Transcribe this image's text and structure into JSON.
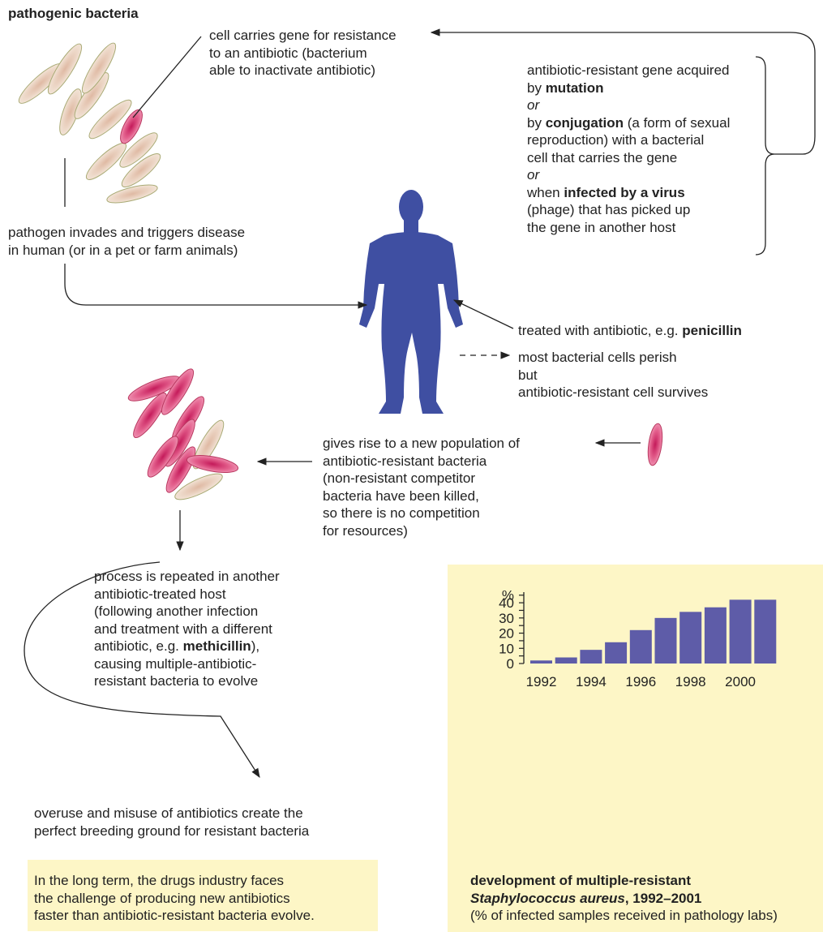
{
  "title": "pathogenic bacteria",
  "colors": {
    "figure": "#3f4fa2",
    "bar": "#5e5ca8",
    "resistant_cell": "#e35f8c",
    "normal_cell": "#eedbc7",
    "panel_bg": "#fdf6c6"
  },
  "labels": {
    "gene_carrier": [
      "cell carries gene for resistance",
      "to an antibiotic (bacterium",
      "able to inactivate antibiotic)"
    ],
    "acquisition": {
      "intro": [
        "antibiotic-resistant gene acquired",
        "by "
      ],
      "mutation": "mutation",
      "or": "or",
      "by": "by ",
      "conjugation": "conjugation",
      "conjugation_rest": [
        " (a form of sexual",
        "reproduction) with a bacterial",
        "cell that carries the gene"
      ],
      "when": "when ",
      "virus": "infected by a virus",
      "virus_rest": [
        "(phage) that has picked up",
        "the gene in another host"
      ]
    },
    "invasion": [
      "pathogen invades and triggers disease",
      "in human (or in a pet or farm animals)"
    ],
    "treatment_prefix": "treated with antibiotic, e.g. ",
    "treatment_drug": "penicillin",
    "survival": [
      "most bacterial cells perish",
      "but",
      "antibiotic-resistant cell survives"
    ],
    "new_population": [
      "gives rise to a new population of",
      "antibiotic-resistant bacteria",
      "(non-resistant competitor",
      "bacteria have been killed,",
      "so there is no competition",
      "for resources)"
    ],
    "repeat": {
      "before": [
        "process is repeated in another",
        "antibiotic-treated host",
        "(following another infection",
        "and treatment with a different",
        "antibiotic, e.g. "
      ],
      "drug": "methicillin",
      "after": [
        "),",
        "causing multiple-antibiotic-",
        "resistant bacteria to evolve"
      ]
    },
    "overuse": [
      "overuse and misuse of antibiotics create the",
      "perfect breeding ground for resistant bacteria"
    ],
    "long_term": [
      "In the long term, the drugs industry faces",
      "the challenge of producing new antibiotics",
      "faster than antibiotic-resistant bacteria evolve."
    ]
  },
  "chart_caption": {
    "line1": "development of multiple-resistant",
    "line2_italic": "Staphylococcus aureus",
    "line2_rest": ", 1992–2001",
    "line3": "(% of infected samples received in pathology labs)"
  },
  "chart_data": {
    "type": "bar",
    "categories": [
      "1992",
      "1993",
      "1994",
      "1995",
      "1996",
      "1997",
      "1998",
      "1999",
      "2000",
      "2001"
    ],
    "values": [
      2,
      4,
      9,
      14,
      22,
      30,
      34,
      37,
      42,
      42
    ],
    "ylabel": "%",
    "ylim": [
      0,
      47
    ],
    "yticks": [
      0,
      10,
      20,
      30,
      40
    ],
    "x_tick_labels": [
      "1992",
      "1994",
      "1996",
      "1998",
      "2000"
    ],
    "grid": false
  }
}
